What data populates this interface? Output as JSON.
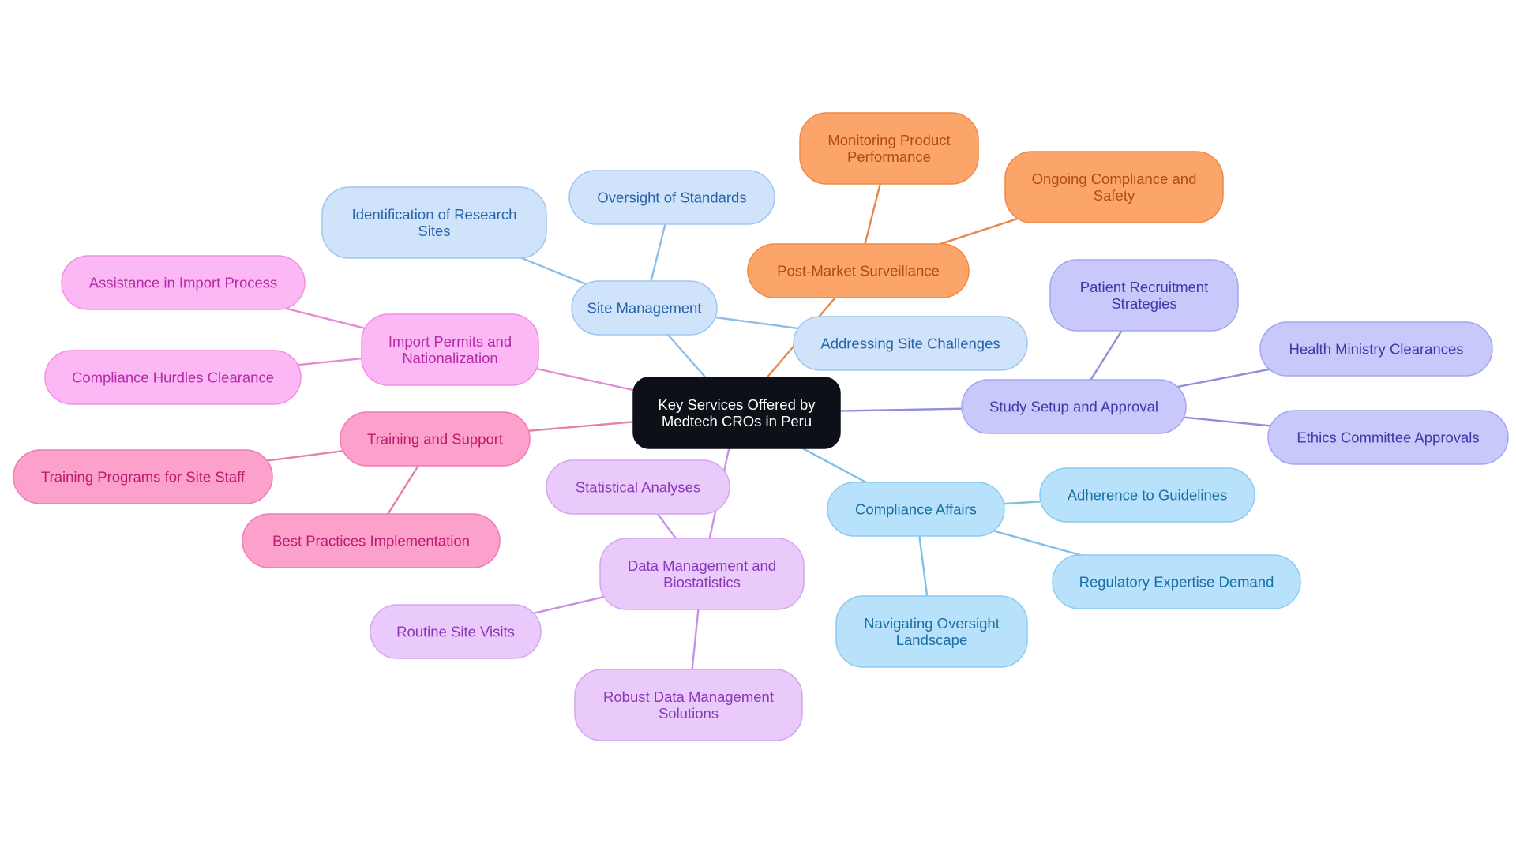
{
  "center": {
    "lines": [
      "Key Services Offered by",
      "Medtech CROs in Peru"
    ],
    "fill": "#0d1117",
    "text_color": "#ffffff"
  },
  "branches": [
    {
      "id": "site-management",
      "lines": [
        "Site Management"
      ],
      "fill": "#cfe3fb",
      "border": "#9ec6f0",
      "text_color": "#2a64a8",
      "edge_color": "#8fbde6",
      "children": [
        {
          "id": "identification-research-sites",
          "lines": [
            "Identification of Research",
            "Sites"
          ]
        },
        {
          "id": "oversight-standards",
          "lines": [
            "Oversight of Standards"
          ]
        },
        {
          "id": "addressing-site-challenges",
          "lines": [
            "Addressing Site Challenges"
          ]
        }
      ]
    },
    {
      "id": "post-market-surveillance",
      "lines": [
        "Post-Market Surveillance"
      ],
      "fill": "#fba56a",
      "border": "#f08a45",
      "text_color": "#b04c10",
      "edge_color": "#e3894d",
      "children": [
        {
          "id": "monitoring-product-performance",
          "lines": [
            "Monitoring Product",
            "Performance"
          ]
        },
        {
          "id": "ongoing-compliance-safety",
          "lines": [
            "Ongoing Compliance and",
            "Safety"
          ]
        }
      ]
    },
    {
      "id": "study-setup-approval",
      "lines": [
        "Study Setup and Approval"
      ],
      "fill": "#c8c8fb",
      "border": "#a5a5ef",
      "text_color": "#3b3ba8",
      "edge_color": "#8f8fe0",
      "children": [
        {
          "id": "patient-recruitment-strategies",
          "lines": [
            "Patient Recruitment",
            "Strategies"
          ]
        },
        {
          "id": "health-ministry-clearances",
          "lines": [
            "Health Ministry Clearances"
          ]
        },
        {
          "id": "ethics-committee-approvals",
          "lines": [
            "Ethics Committee Approvals"
          ]
        }
      ]
    },
    {
      "id": "compliance-affairs",
      "lines": [
        "Compliance Affairs"
      ],
      "fill": "#b8e1fb",
      "border": "#8ccbf2",
      "text_color": "#1a6fa3",
      "edge_color": "#7ec0e8",
      "children": [
        {
          "id": "adherence-guidelines",
          "lines": [
            "Adherence to Guidelines"
          ]
        },
        {
          "id": "regulatory-expertise-demand",
          "lines": [
            "Regulatory Expertise Demand"
          ]
        },
        {
          "id": "navigating-oversight-landscape",
          "lines": [
            "Navigating Oversight",
            "Landscape"
          ]
        }
      ]
    },
    {
      "id": "data-management-biostatistics",
      "lines": [
        "Data Management and",
        "Biostatistics"
      ],
      "fill": "#e9cafb",
      "border": "#d3a7f0",
      "text_color": "#8a38b8",
      "edge_color": "#c690e6",
      "children": [
        {
          "id": "statistical-analyses",
          "lines": [
            "Statistical Analyses"
          ]
        },
        {
          "id": "routine-site-visits",
          "lines": [
            "Routine Site Visits"
          ]
        },
        {
          "id": "robust-data-management-solutions",
          "lines": [
            "Robust Data Management",
            "Solutions"
          ]
        }
      ]
    },
    {
      "id": "training-support",
      "lines": [
        "Training and Support"
      ],
      "fill": "#fba1cc",
      "border": "#f07bb4",
      "text_color": "#c01a6e",
      "edge_color": "#e57fb0",
      "children": [
        {
          "id": "training-programs-site-staff",
          "lines": [
            "Training Programs for Site Staff"
          ]
        },
        {
          "id": "best-practices-implementation",
          "lines": [
            "Best Practices Implementation"
          ]
        }
      ]
    },
    {
      "id": "import-permits-nationalization",
      "lines": [
        "Import Permits and",
        "Nationalization"
      ],
      "fill": "#fcb8f5",
      "border": "#f08fe6",
      "text_color": "#b52aa8",
      "edge_color": "#e58ad8",
      "children": [
        {
          "id": "assistance-import-process",
          "lines": [
            "Assistance in Import Process"
          ]
        },
        {
          "id": "compliance-hurdles-clearance",
          "lines": [
            "Compliance Hurdles Clearance"
          ]
        }
      ]
    }
  ]
}
